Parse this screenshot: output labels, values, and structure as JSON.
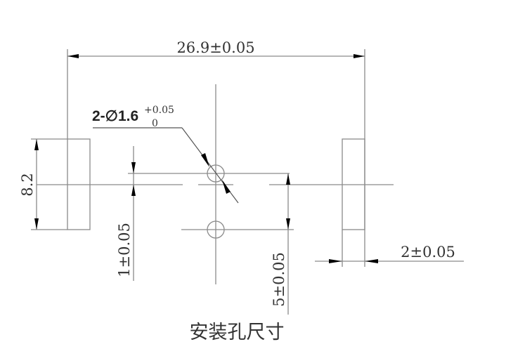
{
  "drawing": {
    "title": "安装孔尺寸",
    "dimensions": {
      "overall_width": "26.9±0.05",
      "pad_height": "8.2",
      "hole_spec_main": "2-∅1.6",
      "hole_tol_upper": "+0.05",
      "hole_tol_lower": "0",
      "hole_offset": "1±0.05",
      "hole_spacing": "5±0.05",
      "pad_width": "2±0.05"
    },
    "colors": {
      "line": "#8a8a8a",
      "text": "#333333",
      "arrow": "#000000"
    }
  }
}
